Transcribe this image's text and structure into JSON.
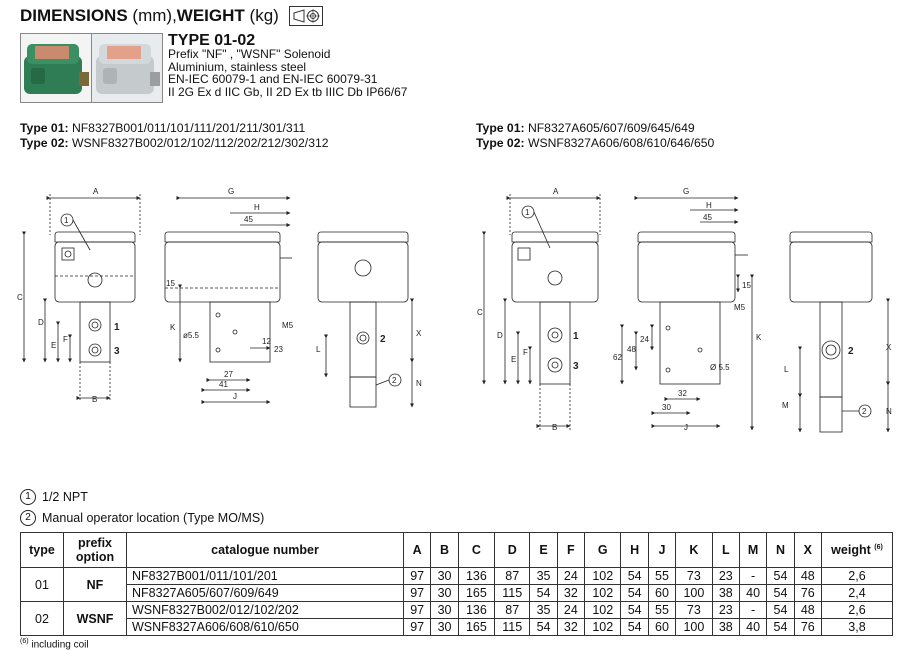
{
  "header": {
    "title_bold_1": "DIMENSIONS",
    "title_unit_1": "(mm),",
    "title_bold_2": "WEIGHT",
    "title_unit_2": "(kg)"
  },
  "product": {
    "type_title": "TYPE 01-02",
    "lines": [
      "Prefix \"NF\" , \"WSNF\" Solenoid",
      "Aluminium, stainless steel",
      "EN-IEC 60079-1 and EN-IEC 60079-31",
      "II 2G Ex d IIC Gb, II 2D Ex tb IIIC Db IP66/67"
    ]
  },
  "types_left": [
    {
      "label": "Type 01:",
      "value": "NF8327B001/011/101/111/201/211/301/311"
    },
    {
      "label": "Type 02:",
      "value": "WSNF8327B002/012/102/112/202/212/302/312"
    }
  ],
  "types_right": [
    {
      "label": "Type 01:",
      "value": "NF8327A605/607/609/645/649"
    },
    {
      "label": "Type 02:",
      "value": "WSNF8327A606/608/610/646/650"
    }
  ],
  "drawing_labels": {
    "A": "A",
    "B": "B",
    "C": "C",
    "D": "D",
    "E": "E",
    "F": "F",
    "G": "G",
    "H": "H",
    "J": "J",
    "K": "K",
    "L": "L",
    "M": "M",
    "N": "N",
    "X": "X",
    "d45": "45",
    "d15": "15",
    "d5_5": "ø5.5",
    "d12": "12",
    "d23": "23",
    "d27": "27",
    "d41": "41",
    "M5": "M5",
    "n1": "1",
    "n2": "2",
    "n3": "3",
    "d24": "24",
    "d48": "48",
    "d62": "62",
    "d32": "32",
    "d30": "30",
    "d5_5b": "Ø 5.5"
  },
  "notes": [
    {
      "num": "1",
      "text": "1/2 NPT"
    },
    {
      "num": "2",
      "text": "Manual operator location (Type MO/MS)"
    }
  ],
  "table": {
    "headers": {
      "type": "type",
      "prefix": "prefix option",
      "catalogue": "catalogue number",
      "cols": [
        "A",
        "B",
        "C",
        "D",
        "E",
        "F",
        "G",
        "H",
        "J",
        "K",
        "L",
        "M",
        "N",
        "X"
      ],
      "weight": "weight",
      "weight_note": "(6)"
    },
    "rows": [
      {
        "type": "01",
        "prefix": "NF",
        "catalogue": "NF8327B001/011/101/201",
        "values": [
          "97",
          "30",
          "136",
          "87",
          "35",
          "24",
          "102",
          "54",
          "55",
          "73",
          "23",
          "-",
          "54",
          "48"
        ],
        "weight": "2,6"
      },
      {
        "catalogue": "NF8327A605/607/609/649",
        "values": [
          "97",
          "30",
          "165",
          "115",
          "54",
          "32",
          "102",
          "54",
          "60",
          "100",
          "38",
          "40",
          "54",
          "76"
        ],
        "weight": "2,4"
      },
      {
        "type": "02",
        "prefix": "WSNF",
        "catalogue": "WSNF8327B002/012/102/202",
        "values": [
          "97",
          "30",
          "136",
          "87",
          "35",
          "24",
          "102",
          "54",
          "55",
          "73",
          "23",
          "-",
          "54",
          "48"
        ],
        "weight": "2,6"
      },
      {
        "catalogue": "WSNF8327A606/608/610/650",
        "values": [
          "97",
          "30",
          "165",
          "115",
          "54",
          "32",
          "102",
          "54",
          "60",
          "100",
          "38",
          "40",
          "54",
          "76"
        ],
        "weight": "3,8"
      }
    ]
  },
  "footnote": {
    "mark": "(6)",
    "text": "including coil"
  }
}
